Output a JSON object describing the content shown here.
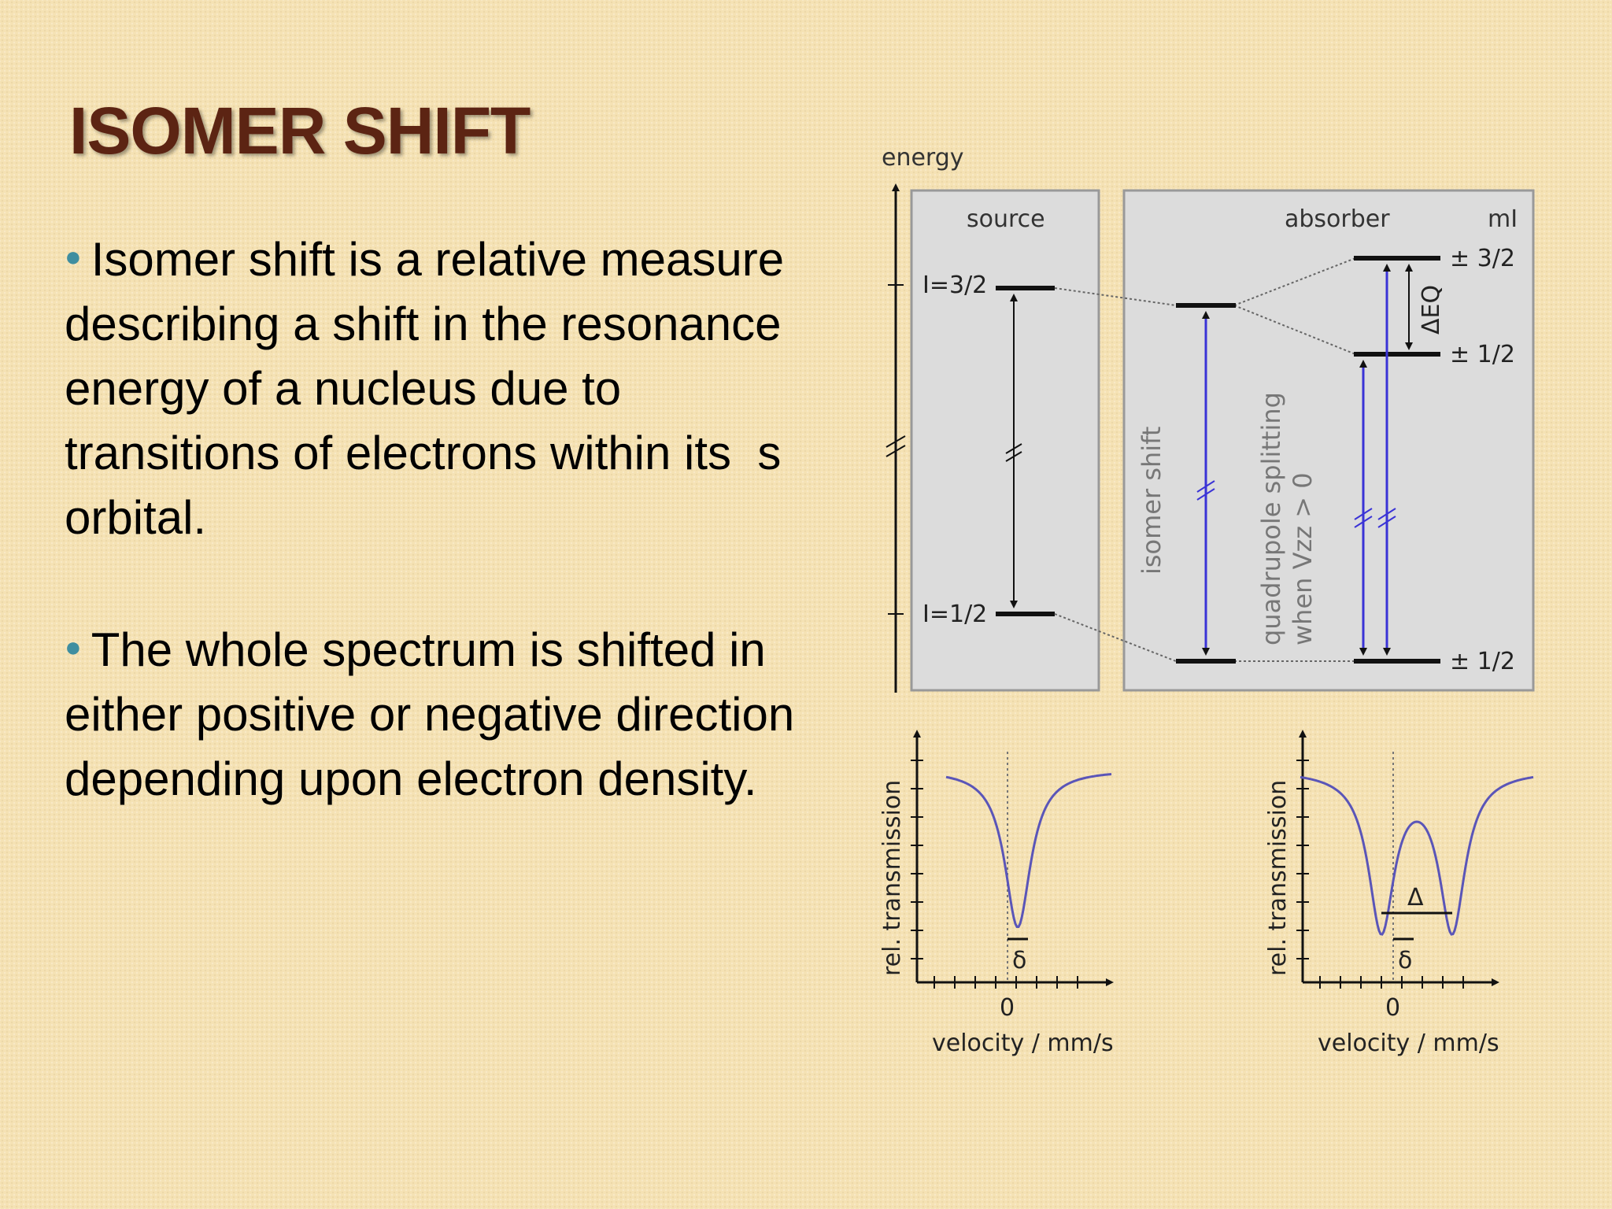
{
  "slide": {
    "title": "ISOMER SHIFT",
    "bullets": [
      "Isomer shift is a relative measure describing a shift in the resonance energy of a nucleus due to transitions of electrons within its  s  orbital.",
      "The whole spectrum is shifted in either positive or negative direction depending upon electron density."
    ]
  },
  "diagram": {
    "energy_label": "energy",
    "source_label": "source",
    "absorber_label": "absorber",
    "mi_label": "mI",
    "level_I32": "I=3/2",
    "level_I12": "I=1/2",
    "m_32": "± 3/2",
    "m_12_upper": "± 1/2",
    "m_12_lower": "± 1/2",
    "delta_eq": "ΔEQ",
    "isomer_shift_label": "isomer  shift",
    "quad_label_1": "quadrupole splitting",
    "quad_label_2": "when Vzz > 0",
    "colors": {
      "transition": "#3a33d6",
      "curve": "#5a55b8",
      "panel": "#dcdcdc"
    }
  },
  "spectra": {
    "left": {
      "ylabel": "rel. transmission",
      "xlabel": "velocity / mm/s",
      "zero": "0",
      "delta": "δ"
    },
    "right": {
      "ylabel": "rel. transmission",
      "xlabel": "velocity / mm/s",
      "zero": "0",
      "delta": "δ",
      "splitting": "Δ"
    }
  }
}
